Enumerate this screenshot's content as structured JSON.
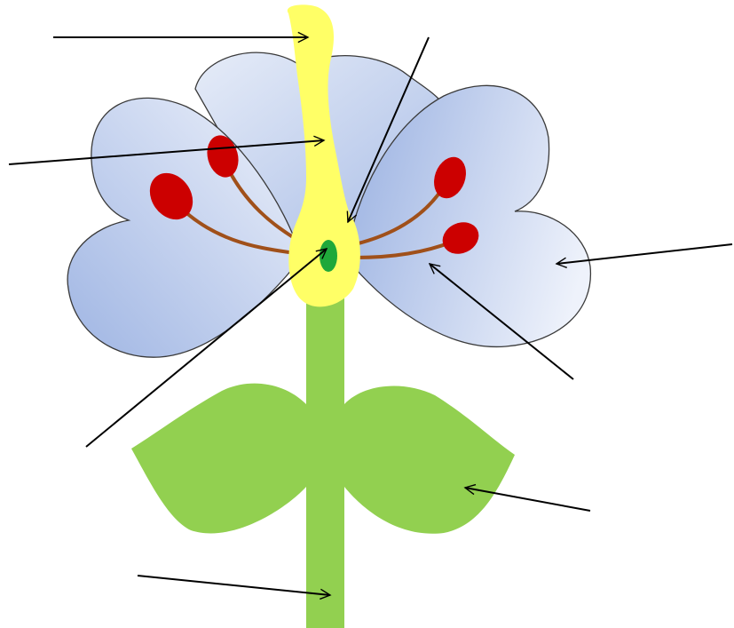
{
  "diagram": {
    "subject": "flower",
    "labels": [],
    "colors": {
      "background": "#ffffff",
      "petal_light": "#eef2fb",
      "petal_dark": "#9fb5e3",
      "petal_outline": "#3a3a3a",
      "stigma_style_ovary": "#ffff66",
      "ovule": "#1fa83a",
      "filament": "#a0501a",
      "anther": "#cc0000",
      "stem_and_leaves": "#92d050",
      "arrow": "#000000"
    },
    "arrows": [
      {
        "points_to": "stigma"
      },
      {
        "points_to": "style"
      },
      {
        "points_to": "ovary"
      },
      {
        "points_to": "ovule"
      },
      {
        "points_to": "petal"
      },
      {
        "points_to": "filament"
      },
      {
        "points_to": "leaf"
      },
      {
        "points_to": "stem"
      }
    ]
  }
}
